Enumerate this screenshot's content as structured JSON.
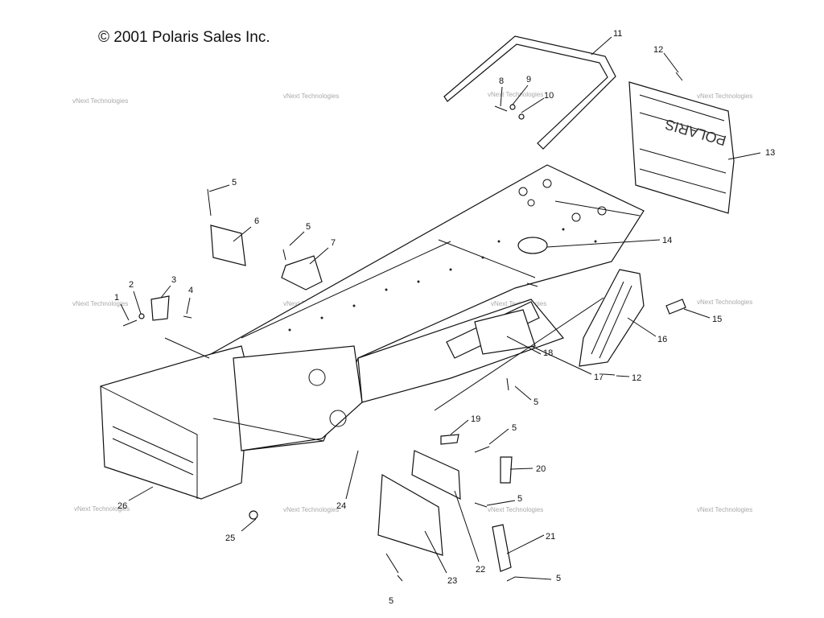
{
  "copyright": "© 2001 Polaris Sales Inc.",
  "watermark": "vNext Technologies",
  "callouts": [
    "1",
    "2",
    "3",
    "4",
    "5",
    "5",
    "5",
    "5",
    "5",
    "5",
    "5",
    "6",
    "7",
    "8",
    "9",
    "10",
    "11",
    "12",
    "12",
    "13",
    "14",
    "15",
    "16",
    "17",
    "18",
    "19",
    "20",
    "21",
    "22",
    "23",
    "24",
    "25",
    "26"
  ],
  "brand_mark": "POLARIS"
}
